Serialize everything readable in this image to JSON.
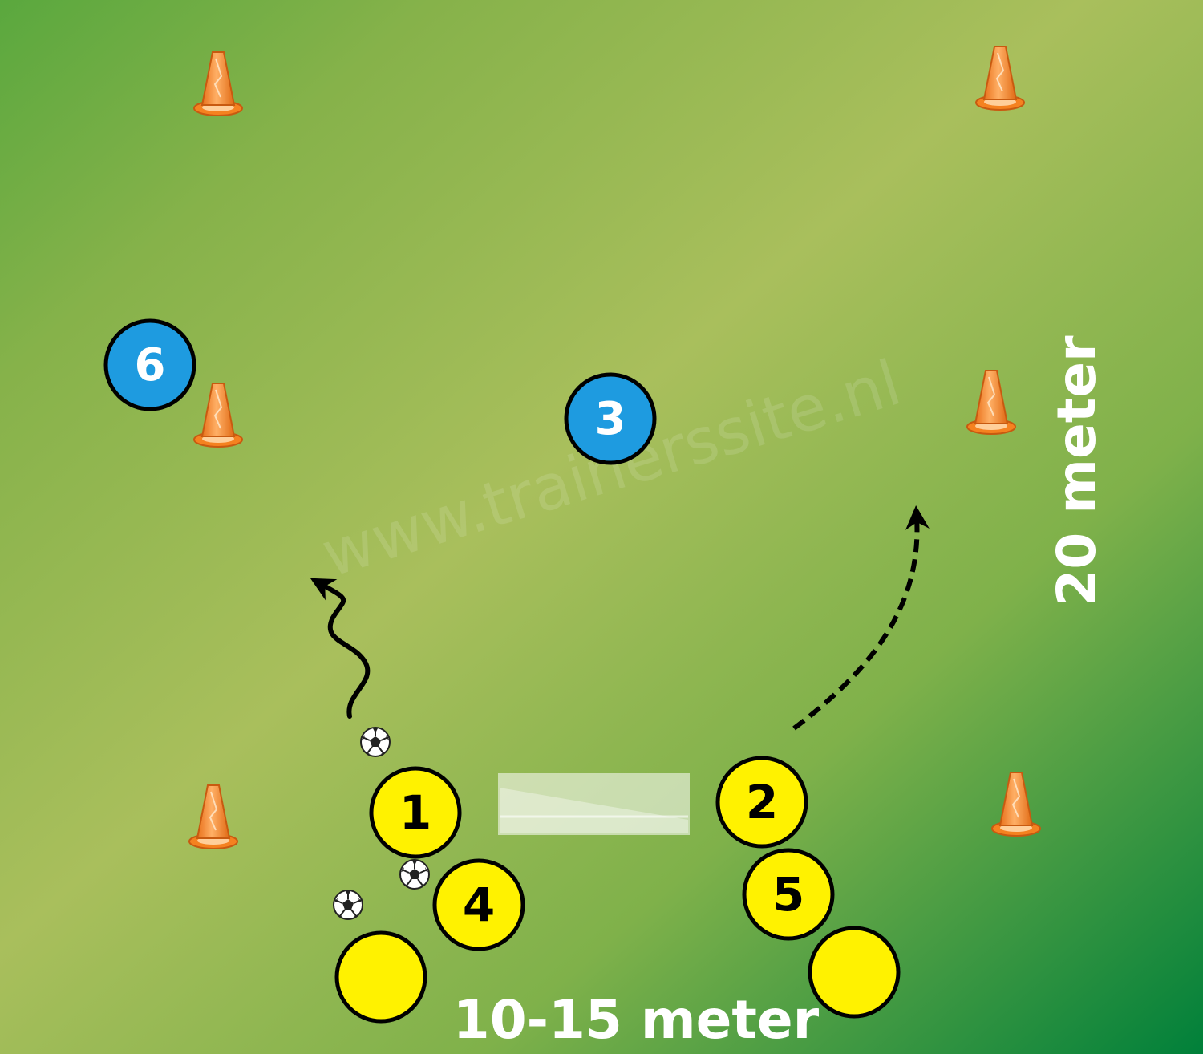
{
  "watermark": "www.trainerssite.nl",
  "dimensions": {
    "width_label": "10-15 meter",
    "length_label": "20 meter"
  },
  "players": {
    "p1": "1",
    "p2": "2",
    "p3": "3",
    "p4": "4",
    "p5": "5",
    "p6": "6"
  },
  "colors": {
    "pitch_light": "#a6be5a",
    "pitch_dark": "#0a8a3a",
    "attacker": "#fff200",
    "defender": "#1e9be0",
    "cone": "#f58220",
    "arrow": "#000000"
  }
}
